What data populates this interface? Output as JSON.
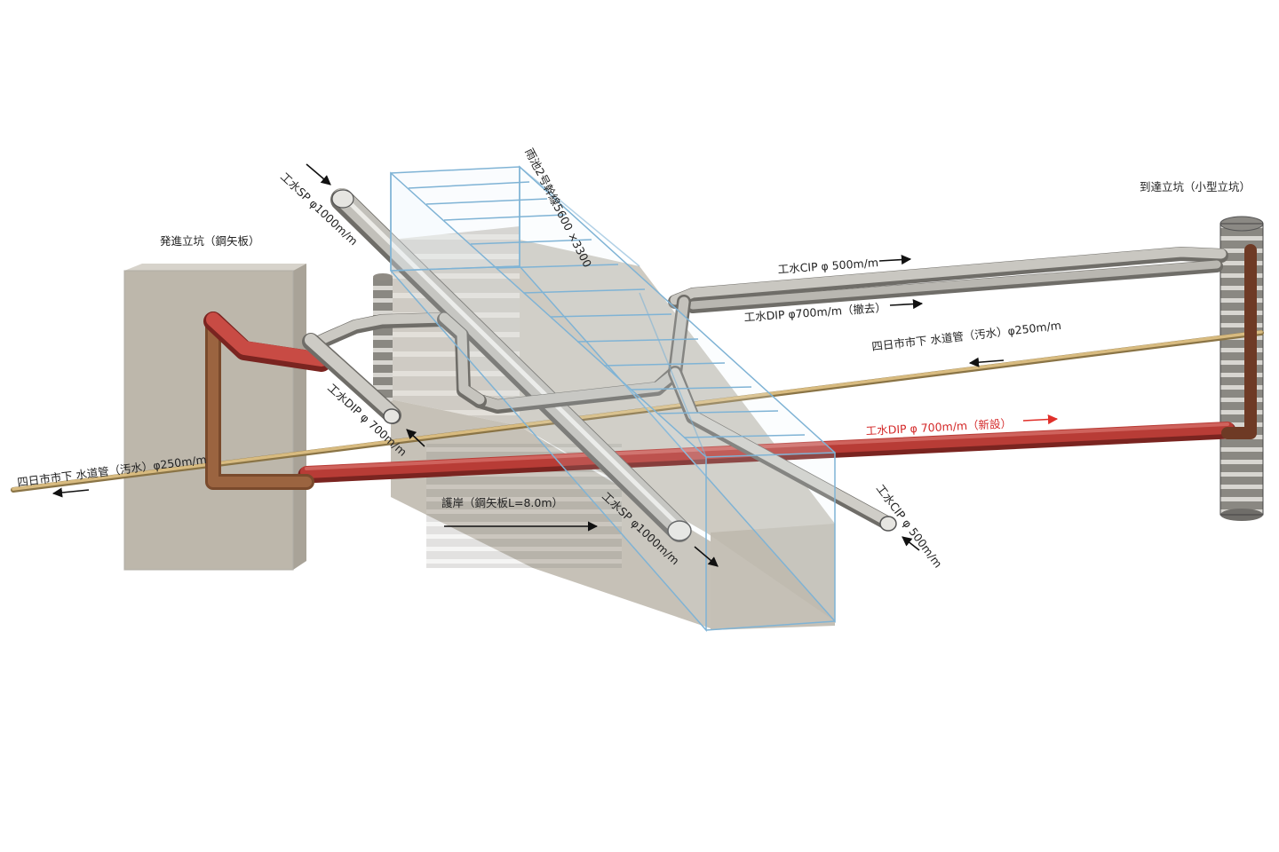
{
  "labels": {
    "start_shaft": "発進立坑（鋼矢板）",
    "arrival_shaft": "到達立坑（小型立坑）",
    "box_culvert": "雨池2号幹線5600 ×3300",
    "sp_upper": "工水SP φ1000m/m",
    "sp_lower": "工水SP φ1000m/m",
    "cip_upper": "工水CIP φ 500m/m",
    "dip_removed": "工水DIP φ700m/m（撤去）",
    "sewer_right": "四日市市下 水道管（汚水）φ250m/m",
    "dip_new": "工水DIP φ 700m/m（新設）",
    "sewer_left": "四日市市下 水道管（汚水）φ250m/m",
    "dip_left": "工水DIP φ 700m/m",
    "revetment": "護岸（鋼矢板L=8.0m）",
    "cip_lower": "工水CIP φ 500m/m"
  },
  "colors": {
    "new_pipe": "#b83c36",
    "new_pipe_text": "#d42a2a",
    "sewer_pipe": "#c8a86a",
    "steel_pipe": "#b5b3ad",
    "shaft_wall": "#bdb7ab",
    "culvert_outline": "#7fb3d5",
    "revetment_fill": "#c7c1b6"
  }
}
